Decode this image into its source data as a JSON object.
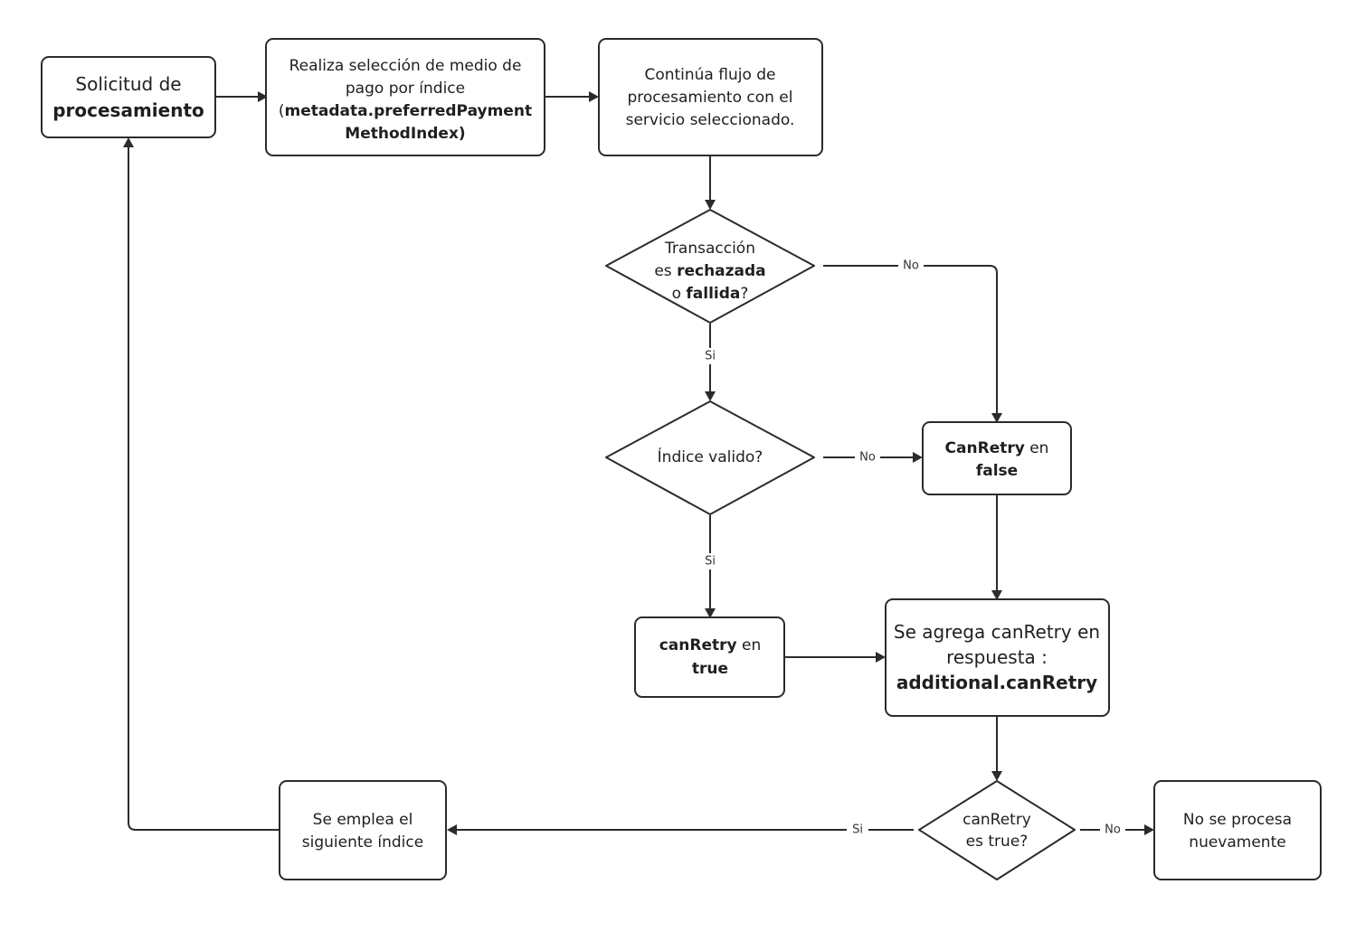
{
  "nodes": {
    "solicitud": {
      "l1": "Solicitud de",
      "l2": "procesamiento"
    },
    "seleccion": {
      "l1": "Realiza selección de medio de",
      "l2": "pago por índice",
      "l3a": "(",
      "l3b": "metadata.preferredPayment",
      "l4": "MethodIndex)"
    },
    "continua": {
      "l1": "Continúa flujo de",
      "l2": "procesamiento con el",
      "l3": "servicio seleccionado."
    },
    "transaccion": {
      "l1": "Transacción",
      "l2a": "es ",
      "l2b": "rechazada",
      "l3a": "o ",
      "l3b": "fallida",
      "l3c": "?"
    },
    "indice_valido": {
      "l1": "Índice valido?"
    },
    "canretry_false": {
      "l1a": "CanRetry",
      "l1b": " en",
      "l2": "false"
    },
    "canretry_true": {
      "l1a": "canRetry",
      "l1b": " en",
      "l2": "true"
    },
    "agrega": {
      "l1": "Se agrega canRetry en",
      "l2": "respuesta :",
      "l3": "additional.canRetry"
    },
    "es_true": {
      "l1": "canRetry",
      "l2": "es true?"
    },
    "siguiente": {
      "l1": "Se emplea el",
      "l2": "siguiente índice"
    },
    "no_procesa": {
      "l1": "No se procesa",
      "l2": "nuevamente"
    }
  },
  "edge_labels": {
    "transaccion_no": "No",
    "transaccion_si": "Si",
    "indice_no": "No",
    "indice_si": "Si",
    "es_true_si": "Si",
    "es_true_no": "No"
  }
}
